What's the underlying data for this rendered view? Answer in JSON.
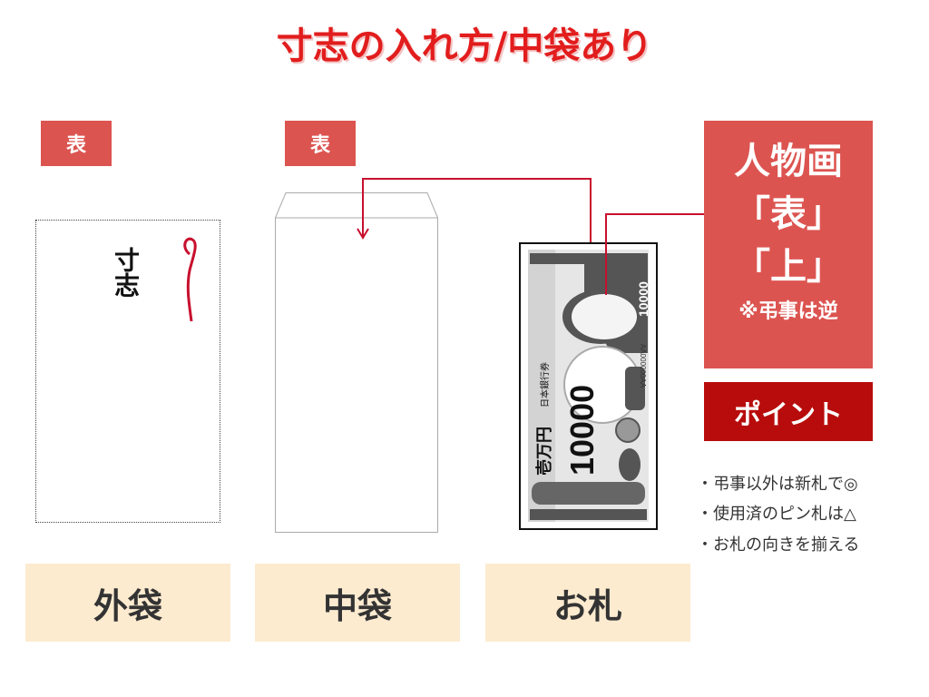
{
  "title": "寸志の入れ方/中袋あり",
  "front_label": "表",
  "outer_envelope_text": "寸志",
  "info_box": {
    "line1": "人物画",
    "line2": "「表」",
    "line3": "「上」",
    "note": "※弔事は逆"
  },
  "point": {
    "label": "ポイント",
    "bullets": [
      "・弔事以外は新札で◎",
      "・使用済のピン札は△",
      "・お札の向きを揃える"
    ]
  },
  "bill": {
    "denomination": "10000",
    "kanji": "壱万円",
    "bank": "日本銀行券",
    "serial": "AA000000AA"
  },
  "labels": [
    "外袋",
    "中袋",
    "お札"
  ],
  "colors": {
    "title": "#e21d1d",
    "accent": "#dc5450",
    "point": "#b80c0c",
    "label_bg": "#fdebd0"
  }
}
